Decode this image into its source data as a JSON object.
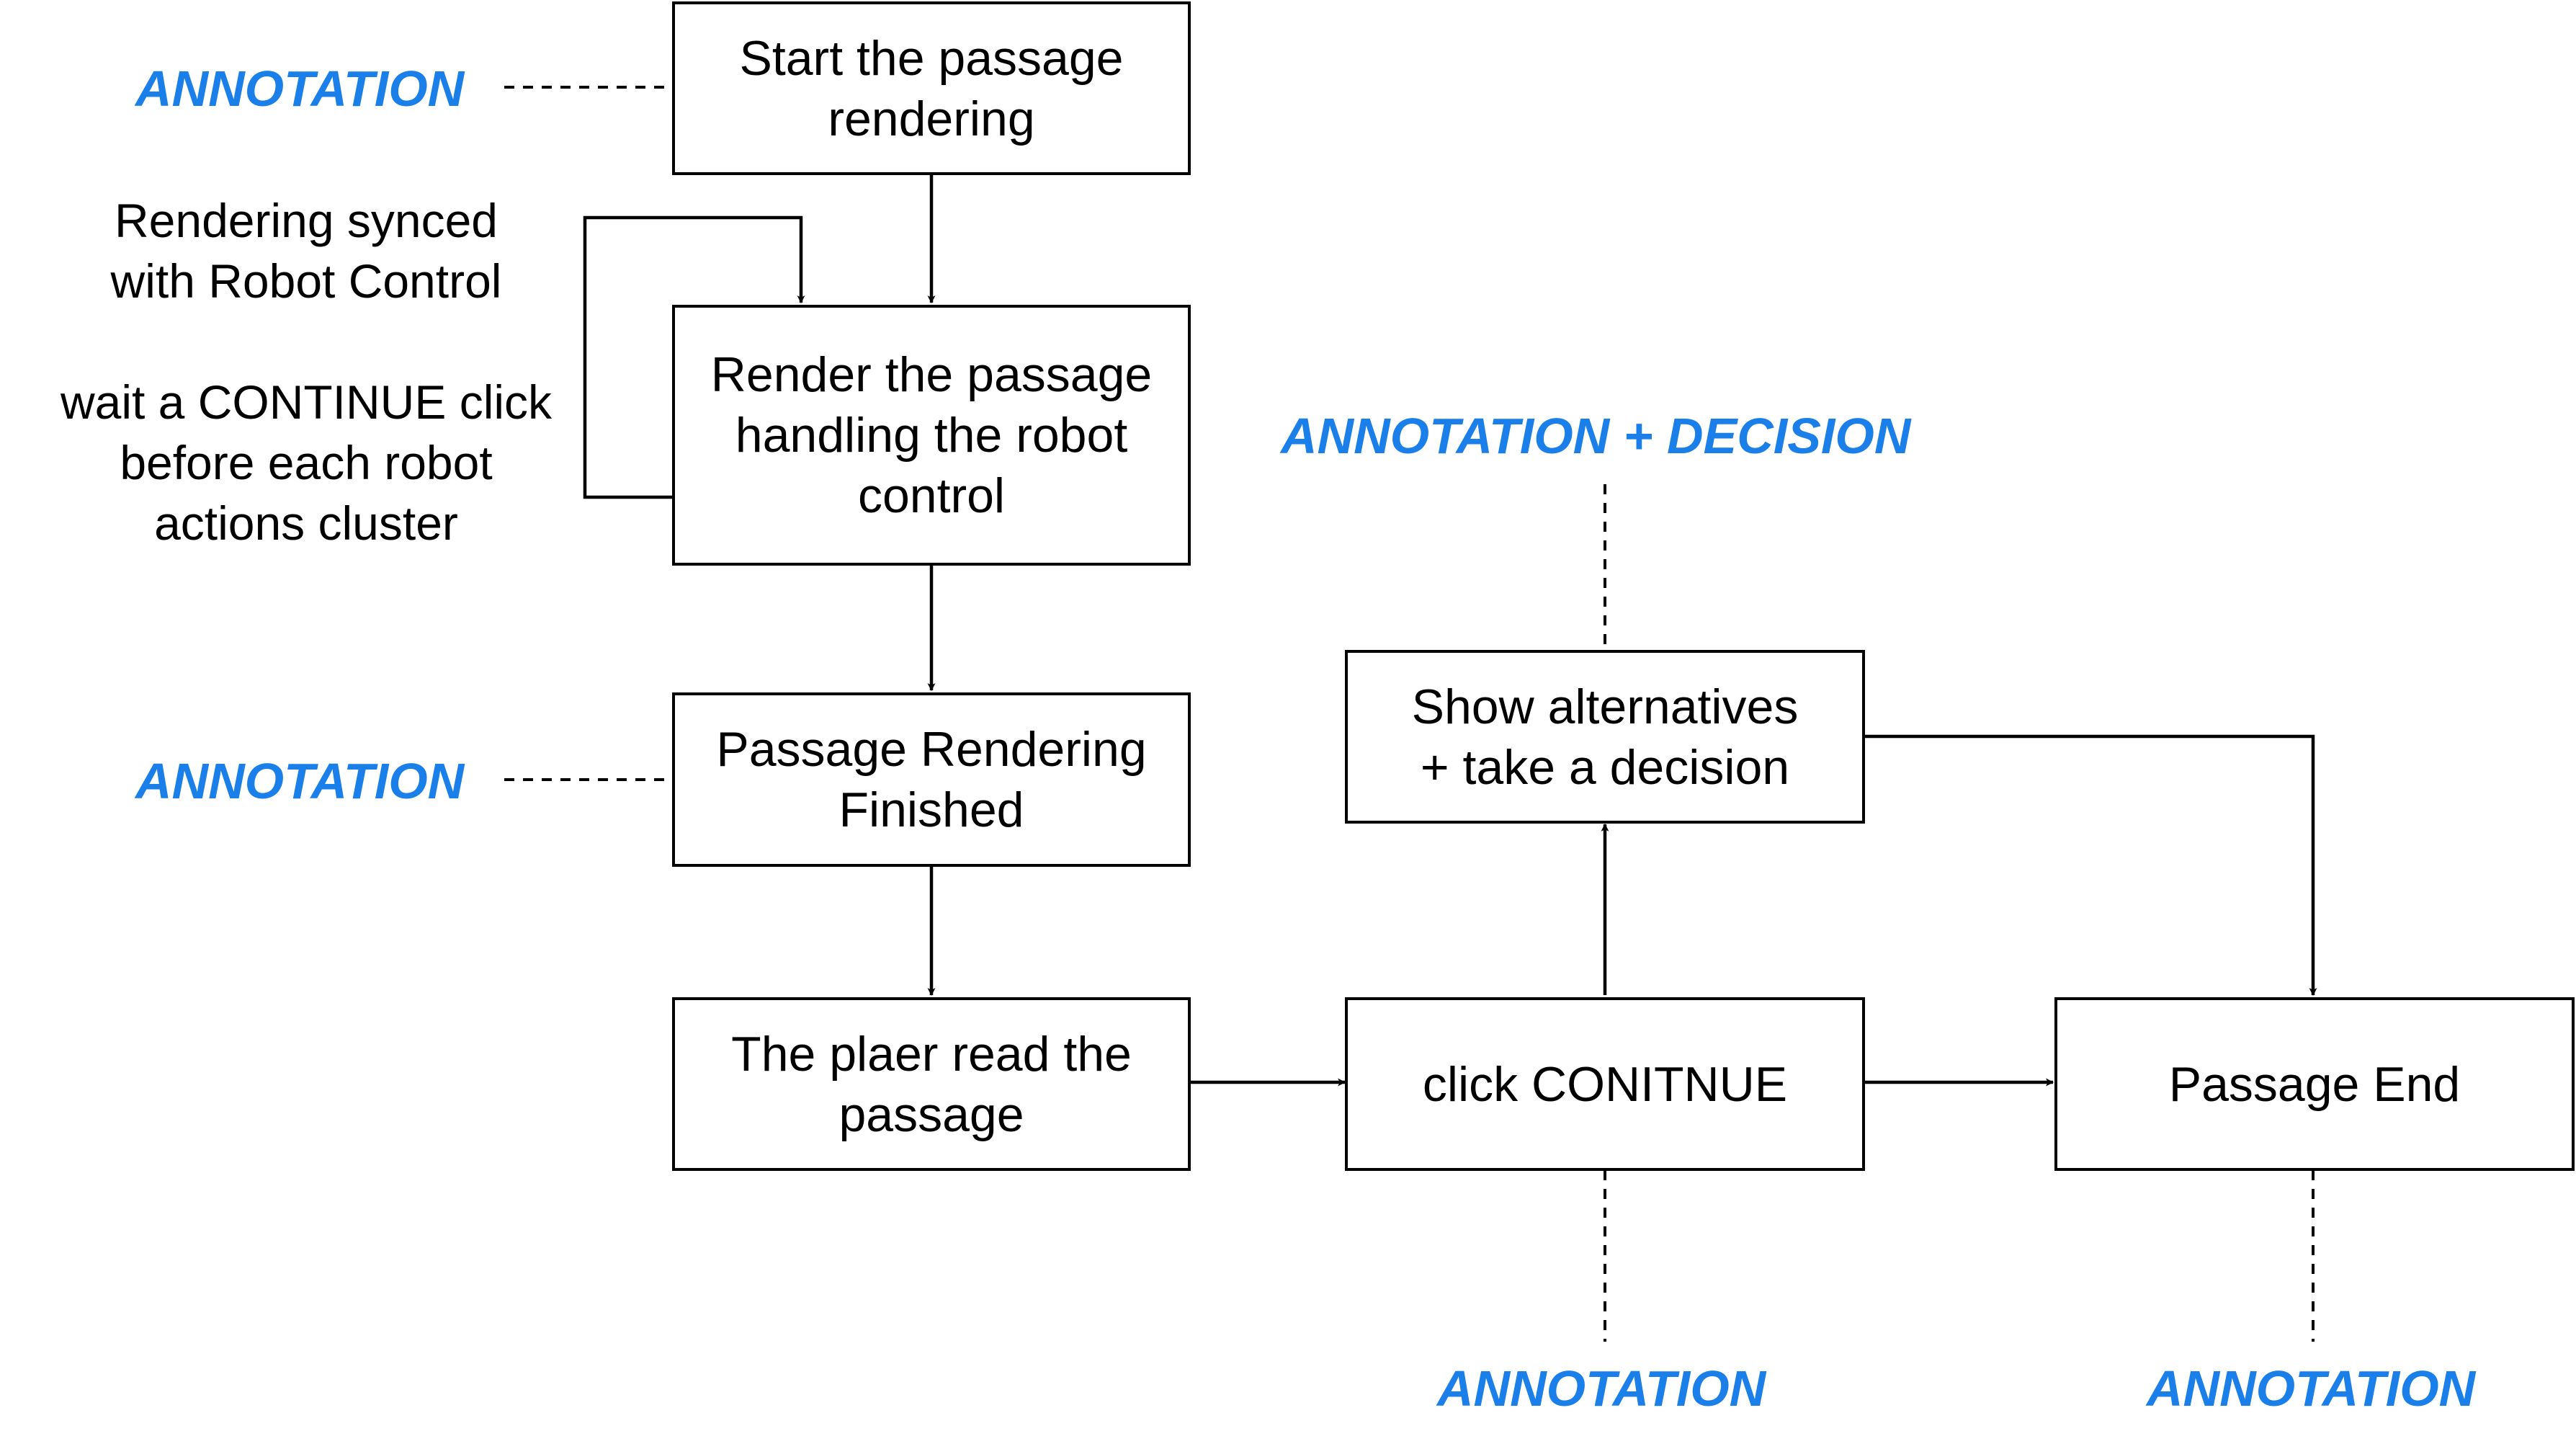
{
  "colors": {
    "annotation": "#1a7fe8",
    "stroke": "#000000",
    "background": "#ffffff"
  },
  "nodes": {
    "start": "Start the passage\nrendering",
    "render": "Render the passage\nhandling the robot\ncontrol",
    "finished": "Passage Rendering\nFinished",
    "read": "The plaer read the\npassage",
    "click": "click CONITNUE",
    "alternatives": "Show alternatives\n+ take a decision",
    "end": "Passage End"
  },
  "notes": {
    "synced": "Rendering synced\nwith Robot Control",
    "wait": "wait a CONTINUE click\nbefore each robot\nactions cluster"
  },
  "annotations": {
    "start": "ANNOTATION",
    "finished": "ANNOTATION",
    "decision": "ANNOTATION + DECISION",
    "click": "ANNOTATION",
    "end": "ANNOTATION"
  }
}
